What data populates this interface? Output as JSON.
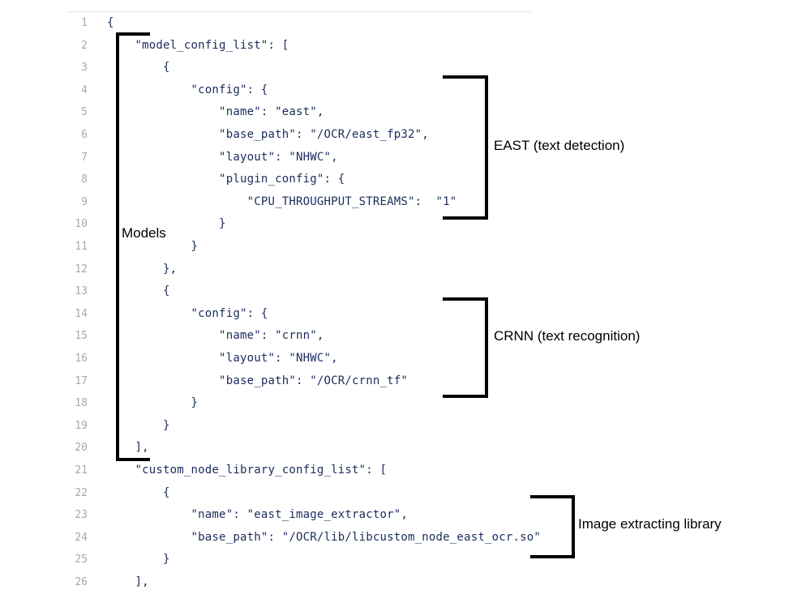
{
  "lines": [
    {
      "num": "1",
      "text": "{"
    },
    {
      "num": "2",
      "text": "    \"model_config_list\": ["
    },
    {
      "num": "3",
      "text": "        {"
    },
    {
      "num": "4",
      "text": "            \"config\": {"
    },
    {
      "num": "5",
      "text": "                \"name\": \"east\","
    },
    {
      "num": "6",
      "text": "                \"base_path\": \"/OCR/east_fp32\","
    },
    {
      "num": "7",
      "text": "                \"layout\": \"NHWC\","
    },
    {
      "num": "8",
      "text": "                \"plugin_config\": {"
    },
    {
      "num": "9",
      "text": "                    \"CPU_THROUGHPUT_STREAMS\":  \"1\""
    },
    {
      "num": "10",
      "text": "                }"
    },
    {
      "num": "11",
      "text": "            }"
    },
    {
      "num": "12",
      "text": "        },"
    },
    {
      "num": "13",
      "text": "        {"
    },
    {
      "num": "14",
      "text": "            \"config\": {"
    },
    {
      "num": "15",
      "text": "                \"name\": \"crnn\","
    },
    {
      "num": "16",
      "text": "                \"layout\": \"NHWC\","
    },
    {
      "num": "17",
      "text": "                \"base_path\": \"/OCR/crnn_tf\""
    },
    {
      "num": "18",
      "text": "            }"
    },
    {
      "num": "19",
      "text": "        }"
    },
    {
      "num": "20",
      "text": "    ],"
    },
    {
      "num": "21",
      "text": "    \"custom_node_library_config_list\": ["
    },
    {
      "num": "22",
      "text": "        {"
    },
    {
      "num": "23",
      "text": "            \"name\": \"east_image_extractor\","
    },
    {
      "num": "24",
      "text": "            \"base_path\": \"/OCR/lib/libcustom_node_east_ocr.so\""
    },
    {
      "num": "25",
      "text": "        }"
    },
    {
      "num": "26",
      "text": "    ],"
    }
  ],
  "annotations": {
    "models": "Models",
    "east": "EAST (text detection)",
    "crnn": "CRNN (text recognition)",
    "library": "Image extracting library"
  },
  "colors": {
    "code_text": "#1a2c5b",
    "line_number": "#a9a9a9",
    "bracket": "#000000"
  }
}
